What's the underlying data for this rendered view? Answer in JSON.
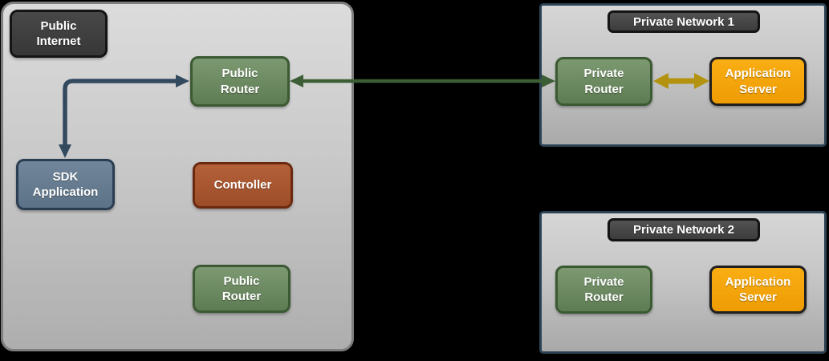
{
  "diagram": {
    "background_color": "#000000",
    "public_zone": {
      "label": "Public Internet",
      "public_router_top": "Public Router",
      "sdk_application": "SDK Application",
      "controller": "Controller",
      "public_router_bottom": "Public Router"
    },
    "private_network_1": {
      "title": "Private Network 1",
      "private_router": "Private Router",
      "application_server": "Application Server"
    },
    "private_network_2": {
      "title": "Private Network 2",
      "private_router": "Private Router",
      "application_server": "Application Server"
    },
    "connections": [
      {
        "from": "SDK Application",
        "to": "Public Router",
        "type": "elbow",
        "bidirectional": true,
        "color": "#33495e"
      },
      {
        "from": "Public Router",
        "to": "Private Router (Private Network 1)",
        "type": "straight",
        "bidirectional": true,
        "color": "#3d5e34"
      },
      {
        "from": "Private Router (Private Network 1)",
        "to": "Application Server (Private Network 1)",
        "type": "straight",
        "bidirectional": true,
        "color": "#b2920e"
      }
    ],
    "node_colors": {
      "dark_label": "#3f3f3f",
      "green": "#6d8b62",
      "blue": "#667b90",
      "rust": "#a8572f",
      "orange": "#f3a50d"
    }
  }
}
